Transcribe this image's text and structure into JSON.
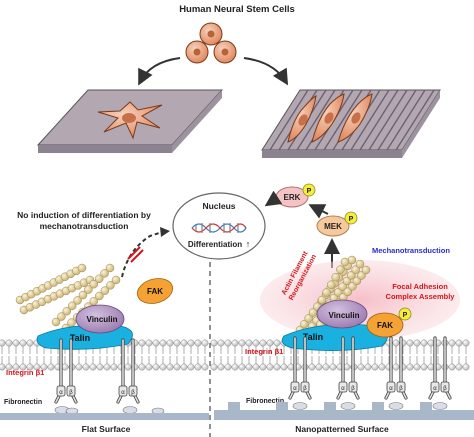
{
  "title": "Human Neural Stem Cells",
  "nucleus": {
    "label": "Nucleus",
    "differentiation": "Differentiation",
    "arrow_symbol": "↑"
  },
  "left_note": {
    "line1": "No induction of differentiation by",
    "line2": "mechanotransduction"
  },
  "signaling": {
    "erk": "ERK",
    "mek": "MEK",
    "phospho": "P",
    "mechanotransduction": "Mechanotransduction"
  },
  "proteins": {
    "fak": "FAK",
    "vinculin": "Vinculin",
    "talin": "Talin",
    "integrin": "Integrin β1",
    "alpha": "α",
    "beta": "β",
    "fibronectin": "Fibronectin"
  },
  "right_labels": {
    "actin_line1": "Actin Filament",
    "actin_line2": "Reorganization",
    "focal_line1": "Focal Adhesion",
    "focal_line2": "Complex Assembly"
  },
  "surfaces": {
    "flat": "Flat Surface",
    "nano": "Nanopatterned Surface"
  },
  "colors": {
    "cell": "#e8a27c",
    "cell_outline": "#8a4a2a",
    "surface": "#b5a8b3",
    "vinculin": "#a88ab8",
    "talin": "#1ab0e0",
    "fak": "#f3a233",
    "phospho": "#f6ed3b",
    "erk": "#f3c0c0",
    "mek": "#f6c79a",
    "actin": "#d8c890",
    "focal_glow": "#f6c0c8",
    "red_label": "#d4141c",
    "blue_label": "#2b2bd0"
  }
}
